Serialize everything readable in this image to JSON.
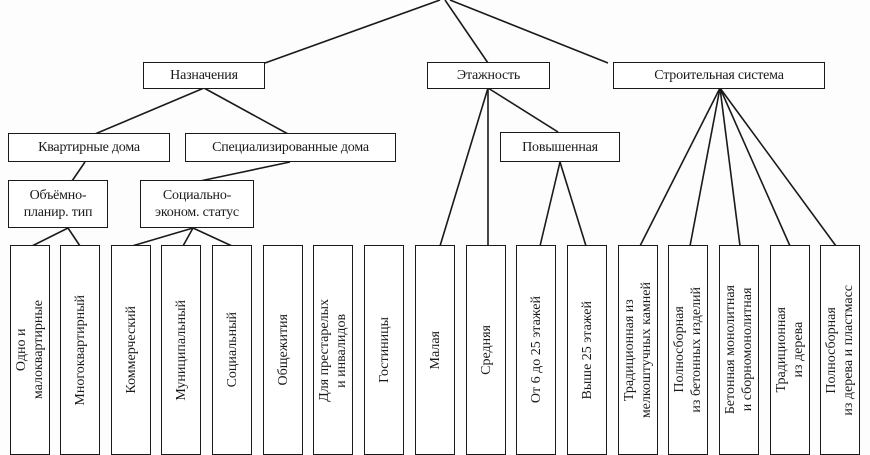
{
  "level1": {
    "purpose": "Назначения",
    "floors": "Этажность",
    "construction": "Строительная система"
  },
  "level2": {
    "apartment": "Квартирные дома",
    "specialized": "Специализированные дома",
    "increased": "Повышенная"
  },
  "level3": {
    "planning": "Объёмно-\nпланир. тип",
    "status": "Социально-\nэконом. статус"
  },
  "leaves": [
    "Одно и\nмалоквартирные",
    "Многоквартирный",
    "Коммерческий",
    "Муниципальный",
    "Социальный",
    "Общежития",
    "Для престарелых\nи инвалидов",
    "Гостиницы",
    "Малая",
    "Средняя",
    "От 6 до 25 этажей",
    "Выше 25 этажей",
    "Традиционная из\nмелкоштучных камней",
    "Полносборная\nиз бетонных изделий",
    "Бетонная монолитная\nи сборномонолитная",
    "Традиционная\nиз дерева",
    "Полносборная\nиз дерева и пластмасс"
  ]
}
